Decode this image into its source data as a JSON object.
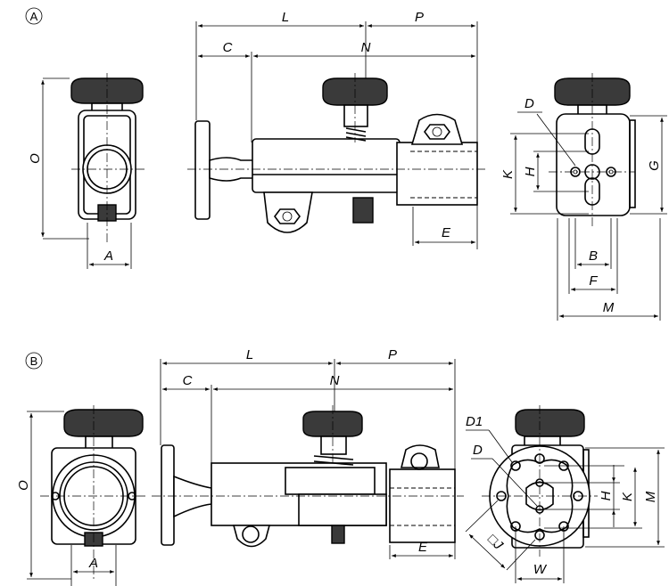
{
  "title": "Technical drawing: clamp with knob, variants A and B",
  "variant_a": {
    "marker": "A",
    "labels": {
      "L": "L",
      "P": "P",
      "C": "C",
      "N": "N",
      "O": "O",
      "A": "A",
      "E": "E",
      "D": "D",
      "K": "K",
      "H": "H",
      "G": "G",
      "B": "B",
      "F": "F",
      "M": "M"
    }
  },
  "variant_b": {
    "marker": "B",
    "labels": {
      "L": "L",
      "P": "P",
      "C": "C",
      "N": "N",
      "O": "O",
      "A": "A",
      "E": "E",
      "D1": "D1",
      "D": "D",
      "H": "H",
      "K": "K",
      "M": "M",
      "J": "□J",
      "W": "W"
    }
  }
}
